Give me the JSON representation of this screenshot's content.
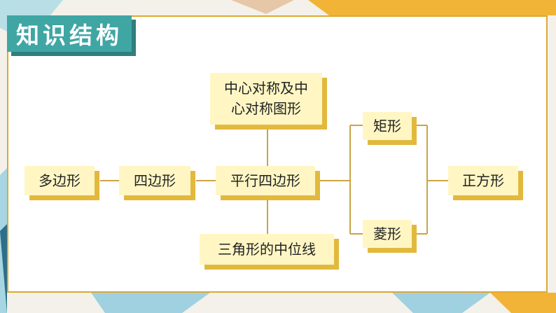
{
  "header": {
    "title": "知识结构"
  },
  "colors": {
    "accent": "#3fa6a4",
    "node_fill": "#fff6c4",
    "node_shadow": "#e2b93d",
    "line": "#c9a544",
    "frame": "#e0a830"
  },
  "diagram": {
    "nodes": {
      "polygon": "多边形",
      "quadrilateral": "四边形",
      "parallelogram": "平行四边形",
      "central_symmetry": "中心对称及中\n心对称图形",
      "midline": "三角形的中位线",
      "rectangle": "矩形",
      "rhombus": "菱形",
      "square": "正方形"
    }
  }
}
